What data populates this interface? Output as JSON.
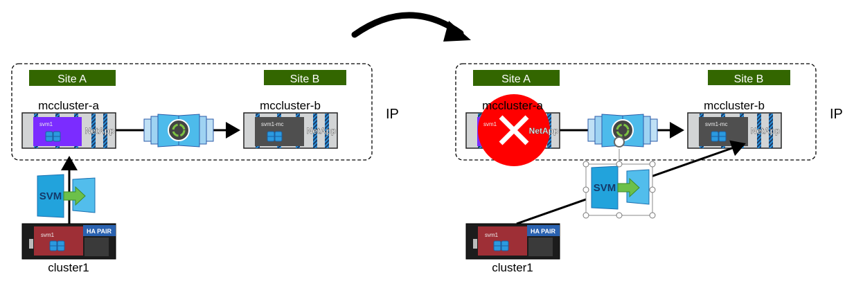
{
  "colors": {
    "site_label_bg": "#336600",
    "svm_active_source": "#7b2cff",
    "svm_destination": "#4f4f4f",
    "svm_local": "#9e2f36",
    "ha_pair_badge": "#2a62b0",
    "failure_circle": "#ff0000",
    "svm_icon": "#27a6df",
    "arrow": "#000000"
  },
  "before": {
    "site_a": "Site A",
    "site_b": "Site B",
    "cluster_a": "mccluster-a",
    "cluster_b": "mccluster-b",
    "svm_source": "svm1",
    "svm_dest": "svm1-mc",
    "brand": "NetApp",
    "network": "IP",
    "svm_icon_label": "SVM",
    "local_svm": "svm1",
    "ha_pair": "HA PAIR",
    "local_cluster": "cluster1"
  },
  "after": {
    "site_a": "Site A",
    "site_b": "Site B",
    "cluster_a": "mccluster-a",
    "cluster_b": "mccluster-b",
    "svm_source": "svm1",
    "svm_dest": "svm1-mc",
    "brand": "NetApp",
    "network": "IP",
    "svm_icon_label": "SVM",
    "local_svm": "svm1",
    "ha_pair": "HA PAIR",
    "local_cluster": "cluster1",
    "failure_icon": "x-icon"
  }
}
